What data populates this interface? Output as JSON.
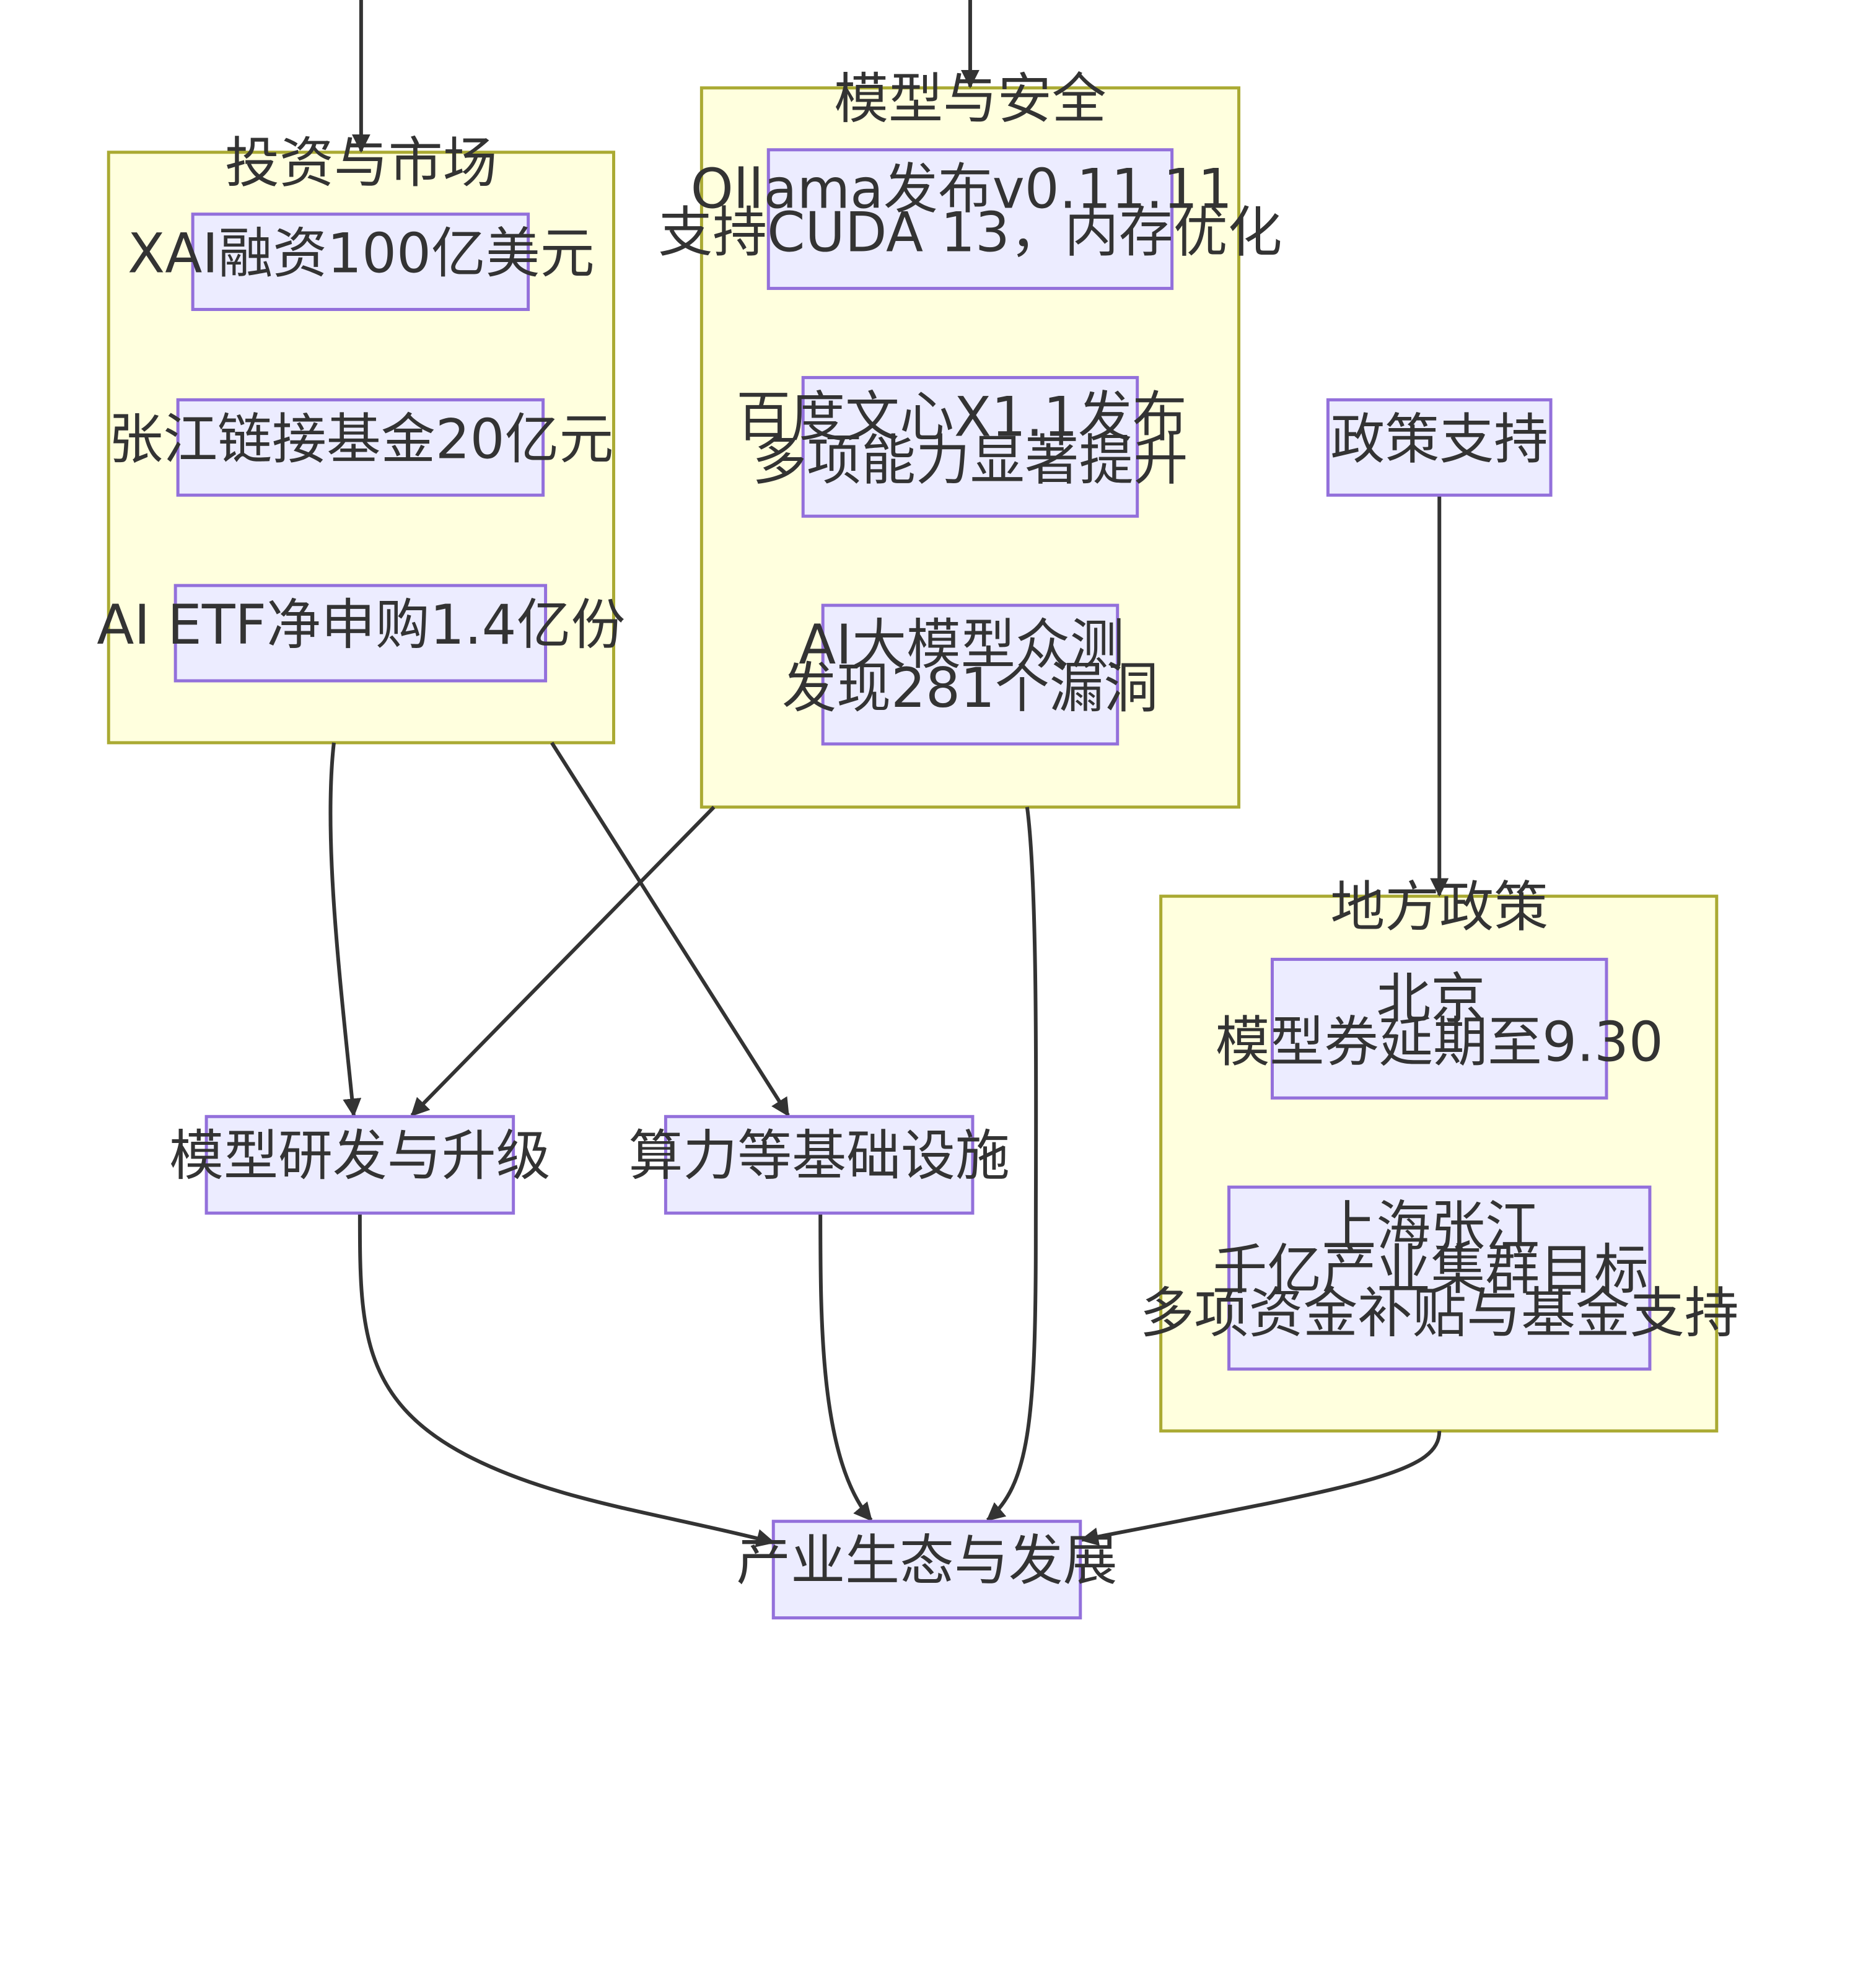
{
  "clusters": {
    "investment": {
      "title": "投资与市场"
    },
    "model_security": {
      "title": "模型与安全"
    },
    "local_policy": {
      "title": "地方政策"
    }
  },
  "nodes": {
    "xai": [
      "XAI融资100亿美元"
    ],
    "zhangjiang_fund": [
      "张江链接基金20亿元"
    ],
    "ai_etf": [
      "AI ETF净申购1.4亿份"
    ],
    "ollama": [
      "Ollama发布v0.11.11",
      "支持CUDA 13，内存优化"
    ],
    "baidu": [
      "百度文心X1.1发布",
      "多项能力显著提升"
    ],
    "crowdtest": [
      "AI大模型众测",
      "发现281个漏洞"
    ],
    "policy_support": [
      "政策支持"
    ],
    "beijing": [
      "北京",
      "模型券延期至9.30"
    ],
    "shanghai": [
      "上海张江",
      "千亿产业集群目标",
      "多项资金补贴与基金支持"
    ],
    "model_rd": [
      "模型研发与升级"
    ],
    "compute": [
      "算力等基础设施"
    ],
    "ecosystem": [
      "产业生态与发展"
    ]
  },
  "edges": [
    {
      "from": "(offscreen)",
      "to": "investment"
    },
    {
      "from": "(offscreen)",
      "to": "model_security"
    },
    {
      "from": "policy_support",
      "to": "local_policy"
    },
    {
      "from": "investment",
      "to": "model_rd"
    },
    {
      "from": "investment",
      "to": "compute"
    },
    {
      "from": "model_security",
      "to": "model_rd"
    },
    {
      "from": "model_security",
      "to": "ecosystem"
    },
    {
      "from": "model_rd",
      "to": "ecosystem"
    },
    {
      "from": "compute",
      "to": "ecosystem"
    },
    {
      "from": "local_policy",
      "to": "ecosystem"
    }
  ]
}
